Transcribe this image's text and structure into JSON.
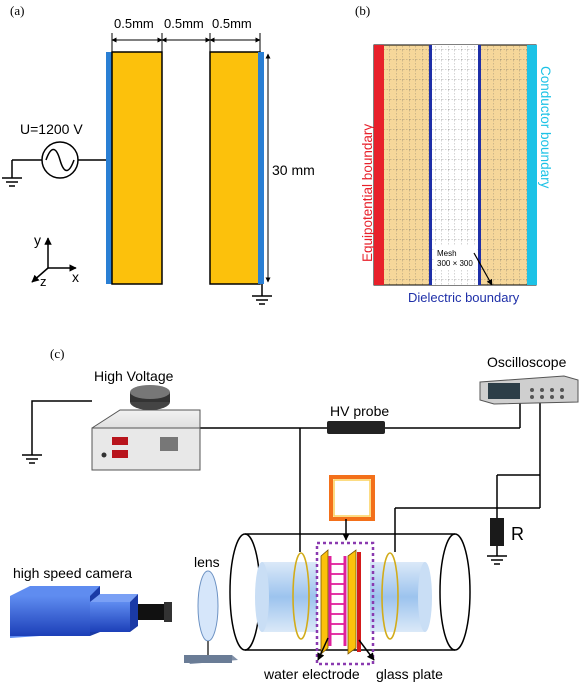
{
  "panel_a": {
    "label": "(a)",
    "dim_left": "0.5mm",
    "dim_mid": "0.5mm",
    "dim_right": "0.5mm",
    "height": "30 mm",
    "voltage": "U=1200 V",
    "axis_y": "y",
    "axis_x": "x",
    "axis_z": "z"
  },
  "panel_b": {
    "label": "(b)",
    "left_boundary": "Equipotential boundary",
    "right_boundary": "Conductor  boundary",
    "mesh_title": "Mesh",
    "mesh_size": "300 × 300",
    "dielectric": "Dielectric  boundary"
  },
  "panel_c": {
    "label": "(c)",
    "high_voltage": "High Voltage",
    "hv_probe": "HV probe",
    "oscilloscope": "Oscilloscope",
    "resistor": "R",
    "camera": "high speed camera",
    "lens": "lens",
    "water_electrode": "water electrode",
    "glass_plate": "glass plate"
  },
  "colors": {
    "electrode_fill": "#fcc10c",
    "electrode_edge": "#2a7fd4",
    "equipotential": "#e8202a",
    "conductor": "#1cc2e6",
    "dielectric": "#1e2fa8",
    "camera_blue": "#2956d9",
    "magenta": "#e0209c",
    "purple_dash": "#8a3ab0"
  }
}
